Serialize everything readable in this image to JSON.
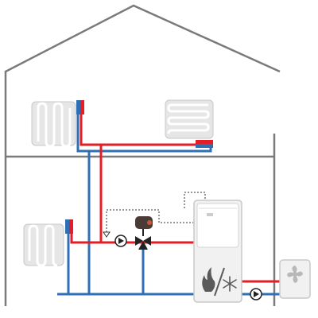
{
  "diagram": {
    "colors": {
      "house_outline": "#7a7a7a",
      "pipe_hot": "#e41e26",
      "pipe_cold": "#2f6fb5",
      "radiator": "#e6e6e6",
      "radiator_stroke": "#c8c8c8",
      "control_line": "#333333",
      "appliance_body": "#f1f1f1",
      "appliance_stroke": "#c9c9c9",
      "valve": "#222222",
      "actuator": "#4a3b36"
    },
    "components": {
      "upper_floor": [
        "radiator-upper-left",
        "underfloor-heating-coil-upper-right",
        "manifold-upper-left",
        "manifold-upper-right"
      ],
      "lower_floor": [
        "radiator-lower-left",
        "manifold-lower-left",
        "circulation-pump-heating",
        "three-way-mixing-valve",
        "valve-actuator",
        "temperature-sensor",
        "heat-pump-indoor-unit",
        "heat-pump-outdoor-unit",
        "circulation-pump-outdoor"
      ]
    },
    "icons": {
      "indoor_unit_symbols": [
        "flame-icon",
        "snowflake-icon"
      ],
      "outdoor_unit_symbol": "fan-icon"
    }
  }
}
